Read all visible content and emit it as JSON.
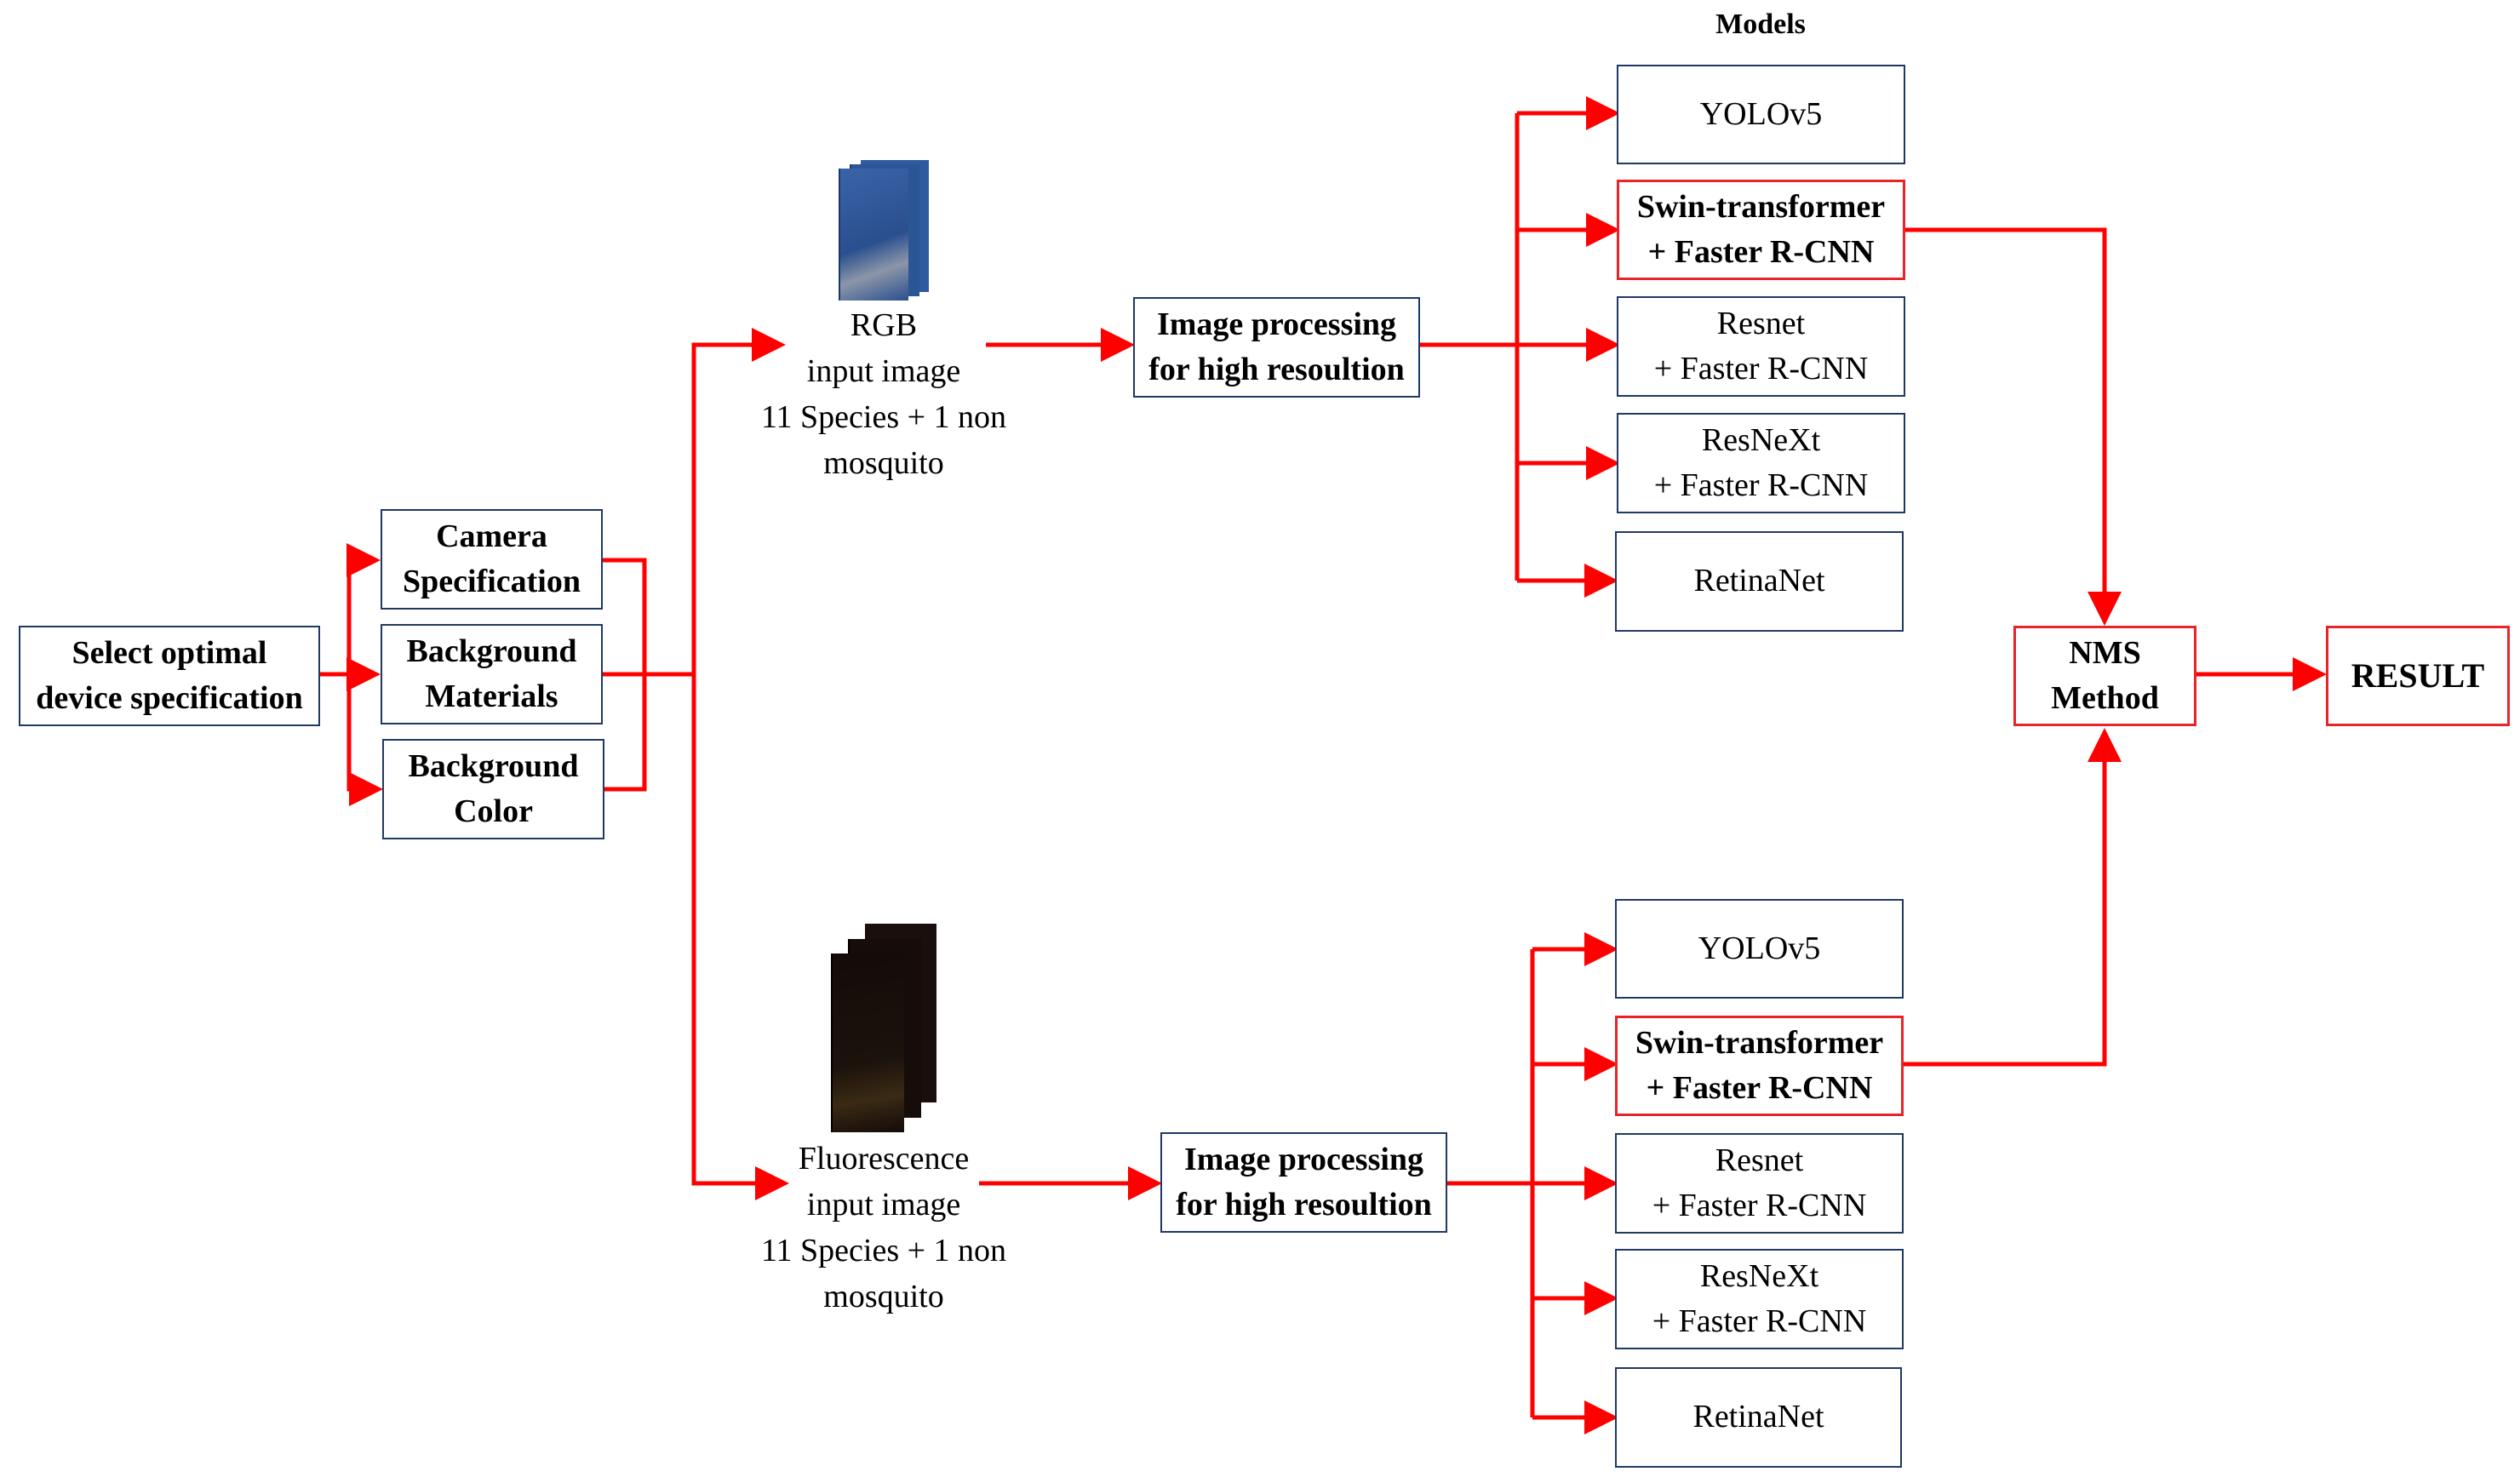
{
  "colors": {
    "arrow": "#ff0000",
    "box_border": "#1f3864",
    "highlight_border": "#e8242a"
  },
  "models_title": "Models",
  "setup": {
    "select": [
      "Select optimal",
      "device specification"
    ],
    "camera": [
      "Camera",
      "Specification"
    ],
    "materials": [
      "Background",
      "Materials"
    ],
    "color": [
      "Background",
      "Color"
    ]
  },
  "inputs": {
    "rgb": [
      "RGB",
      "input image",
      "11 Species + 1 non",
      "mosquito"
    ],
    "fluorescence": [
      "Fluorescence",
      "input image",
      "11 Species + 1 non",
      "mosquito"
    ]
  },
  "processing": {
    "top": [
      "Image processing",
      "for high resoultion"
    ],
    "bottom": [
      "Image processing",
      "for high resoultion"
    ]
  },
  "models_top": {
    "yolo": [
      "YOLOv5"
    ],
    "swin": [
      "Swin-transformer",
      "+ Faster R-CNN"
    ],
    "resnet": [
      "Resnet",
      "+ Faster R-CNN"
    ],
    "resnext": [
      "ResNeXt",
      "+ Faster R-CNN"
    ],
    "retina": [
      "RetinaNet"
    ]
  },
  "models_bottom": {
    "yolo": [
      "YOLOv5"
    ],
    "swin": [
      "Swin-transformer",
      "+ Faster R-CNN"
    ],
    "resnet": [
      "Resnet",
      "+ Faster R-CNN"
    ],
    "resnext": [
      "ResNeXt",
      "+ Faster R-CNN"
    ],
    "retina": [
      "RetinaNet"
    ]
  },
  "nms": [
    "NMS",
    "Method"
  ],
  "result": [
    "RESULT"
  ]
}
